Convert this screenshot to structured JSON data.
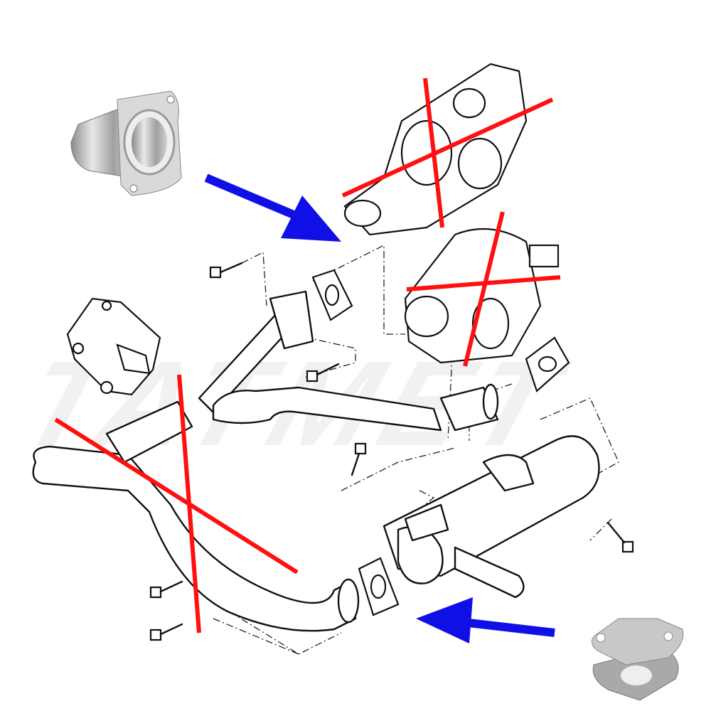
{
  "watermark": "TATMET",
  "colors": {
    "cross_out": "#ff0f0f",
    "arrow": "#1010e6",
    "line_art": "#111111"
  },
  "annotations": {
    "removed_parts": [
      "egr-valve-upper",
      "egr-valve-lower",
      "egr-pipe-left"
    ],
    "replacement_parts": [
      "egr-blanking-sleeve",
      "egr-blanking-plate"
    ]
  }
}
